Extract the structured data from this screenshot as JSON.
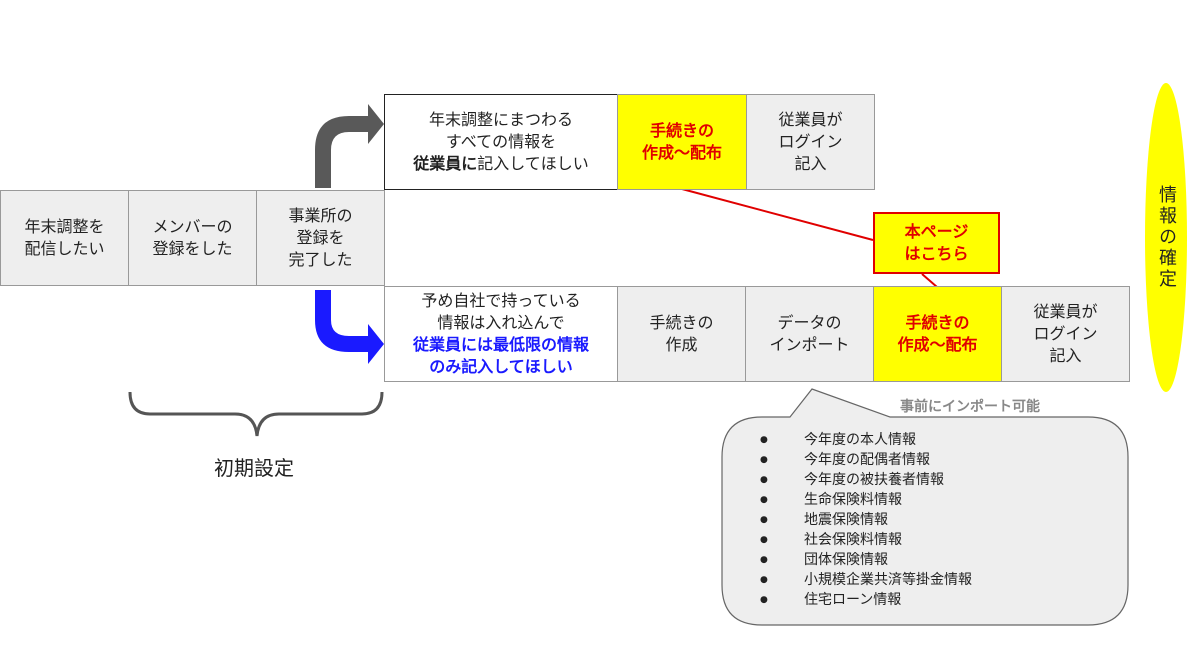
{
  "initial_steps": [
    {
      "lines": [
        "年末調整を",
        "配信したい"
      ]
    },
    {
      "lines": [
        "メンバーの",
        "登録をした"
      ]
    },
    {
      "lines": [
        "事業所の",
        "登録を",
        "完了した"
      ]
    }
  ],
  "top_flow": {
    "intro": {
      "line1": "年末調整にまつわる",
      "line2": "すべての情報を",
      "bold": "従業員に",
      "rest": "記入してほしい"
    },
    "steps": [
      {
        "lines": [
          "手続きの",
          "作成〜配布"
        ],
        "highlight": true
      },
      {
        "lines": [
          "従業員が",
          "ログイン",
          "記入"
        ],
        "highlight": false
      }
    ]
  },
  "bottom_flow": {
    "intro": {
      "line1": "予め自社で持っている",
      "line2": "情報は入れ込んで",
      "blue1": "従業員には最低限の情報",
      "blue2": "のみ記入してほしい"
    },
    "steps": [
      {
        "lines": [
          "手続きの",
          "作成"
        ],
        "highlight": false
      },
      {
        "lines": [
          "データの",
          "インポート"
        ],
        "highlight": false
      },
      {
        "lines": [
          "手続きの",
          "作成〜配布"
        ],
        "highlight": true
      },
      {
        "lines": [
          "従業員が",
          "ログイン",
          "記入"
        ],
        "highlight": false
      }
    ]
  },
  "callout": {
    "line1": "本ページ",
    "line2": "はこちら"
  },
  "final": "情報の確定",
  "brace_label": "初期設定",
  "import_bubble": {
    "title": "事前にインポート可能",
    "items": [
      "今年度の本人情報",
      "今年度の配偶者情報",
      "今年度の被扶養者情報",
      "生命保険料情報",
      "地震保険情報",
      "社会保険料情報",
      "団体保険情報",
      "小規模企業共済等掛金情報",
      "住宅ローン情報"
    ]
  },
  "colors": {
    "highlight": "#ffff00",
    "red": "#e00000",
    "blue": "#1a1aff",
    "gray_arrow": "#595959"
  }
}
